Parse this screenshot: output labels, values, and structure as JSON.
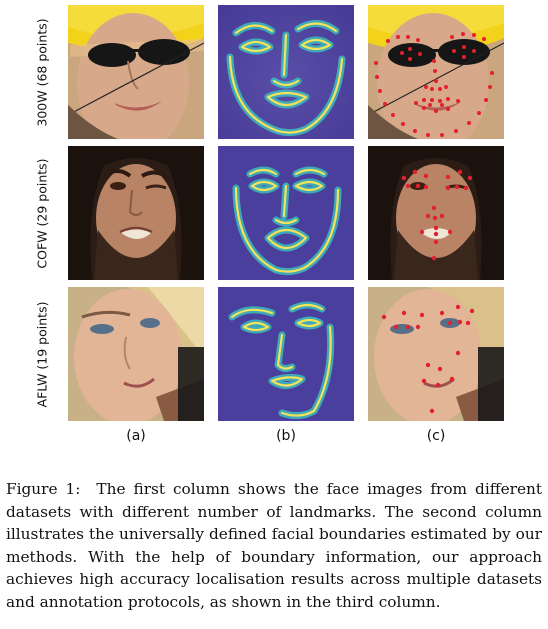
{
  "row_labels": [
    "300W (68 points)",
    "COFW (29 points)",
    "AFLW (19 points)"
  ],
  "column_labels": [
    "(a)",
    "(b)",
    "(c)"
  ],
  "caption": {
    "figure_label": "Figure 1:",
    "text": "The first column shows the face images from different datasets with different number of landmarks. The second column illustrates the universally defined facial boundaries estimated by our methods. With the help of boundary information, our approach achieves high accuracy localisation results across multiple datasets and annotation protocols, as shown in the third column."
  },
  "colors": {
    "boundary_background": "#4a3f9c",
    "boundary_core": "#f4e25a",
    "boundary_glow": "#3ec4c0",
    "landmark": "#e3202c",
    "hat_yellow": "#f2d21a"
  }
}
